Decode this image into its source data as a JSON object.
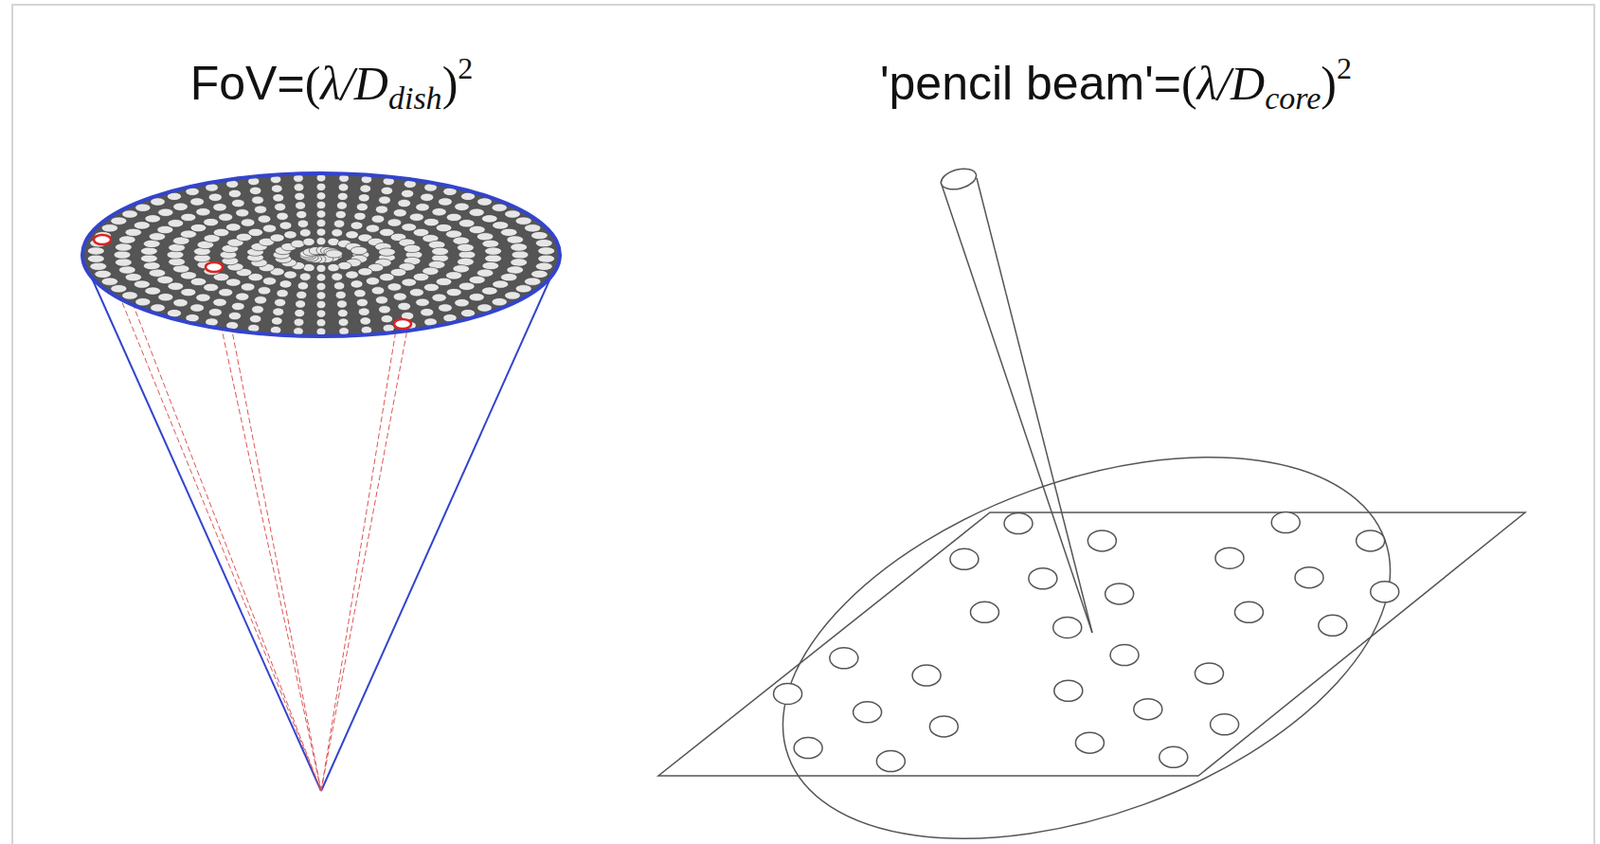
{
  "diagram": {
    "labels": [
      "FoV=",
      "(",
      "λ/D",
      "dish",
      ")",
      "2",
      "'pencil beam'=",
      "(",
      "λ/D",
      "core",
      ")",
      "2"
    ]
  }
}
